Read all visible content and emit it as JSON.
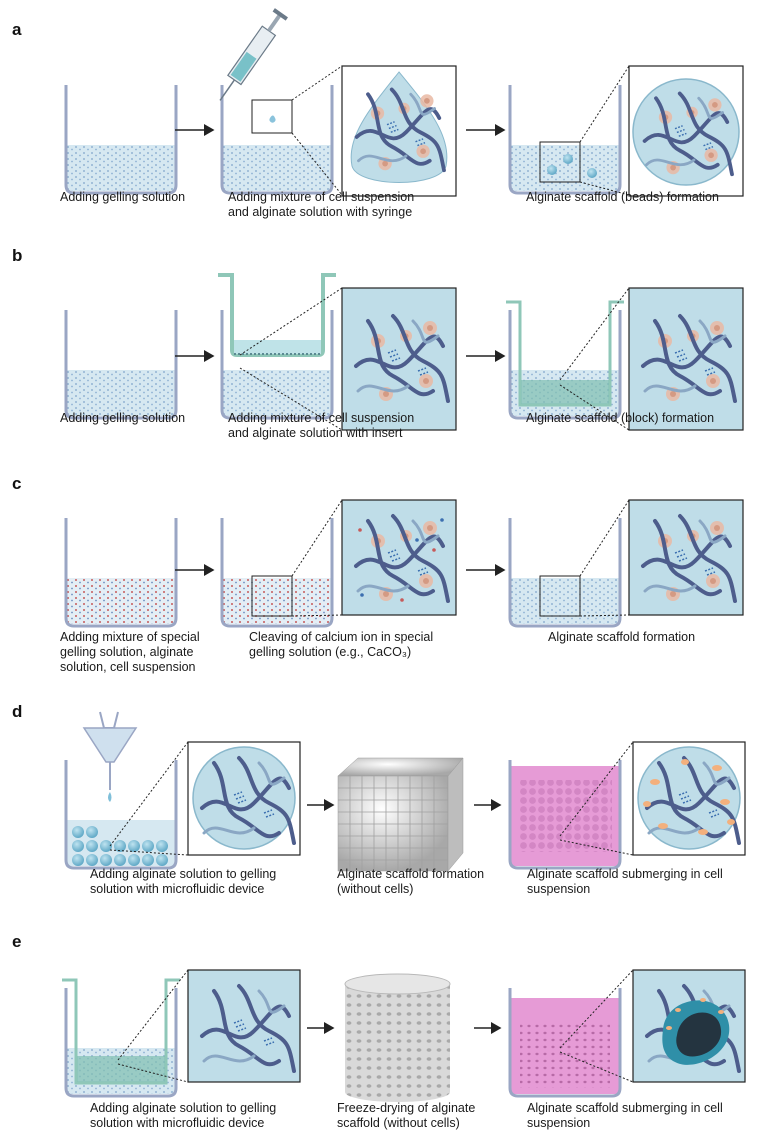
{
  "colors": {
    "beaker_outline": "#9aa6c4",
    "gel_blue": "#cfe3ee",
    "inset_bg": "#bfdde8",
    "chain": "#4d5d8c",
    "cell": "#e9b9a3",
    "pink_media": "#e69bd6",
    "insert_green": "#8fc7b8"
  },
  "panels": [
    {
      "label": "a",
      "captions": [
        "Adding gelling solution",
        "Adding mixture of cell suspension\nand alginate solution with syringe",
        "Alginate scaffold (beads) formation"
      ]
    },
    {
      "label": "b",
      "captions": [
        "Adding gelling solution",
        "Adding mixture of cell suspension\nand alginate solution with insert",
        "Alginate scaffold (block) formation"
      ]
    },
    {
      "label": "c",
      "captions": [
        "Adding mixture of special\ngelling solution, alginate\nsolution, cell suspension",
        "Cleaving of calcium ion in special\ngelling solution (e.g., CaCO₃)",
        "Alginate scaffold formation"
      ]
    },
    {
      "label": "d",
      "captions": [
        "Adding alginate solution to gelling\nsolution with microfluidic device",
        "Alginate scaffold formation\n(without cells)",
        "Alginate scaffold submerging in cell\nsuspension"
      ]
    },
    {
      "label": "e",
      "captions": [
        "Adding alginate solution to gelling\nsolution with microfluidic device",
        "Freeze-drying of alginate\nscaffold (without cells)",
        "Alginate scaffold submerging in cell\nsuspension"
      ]
    }
  ]
}
